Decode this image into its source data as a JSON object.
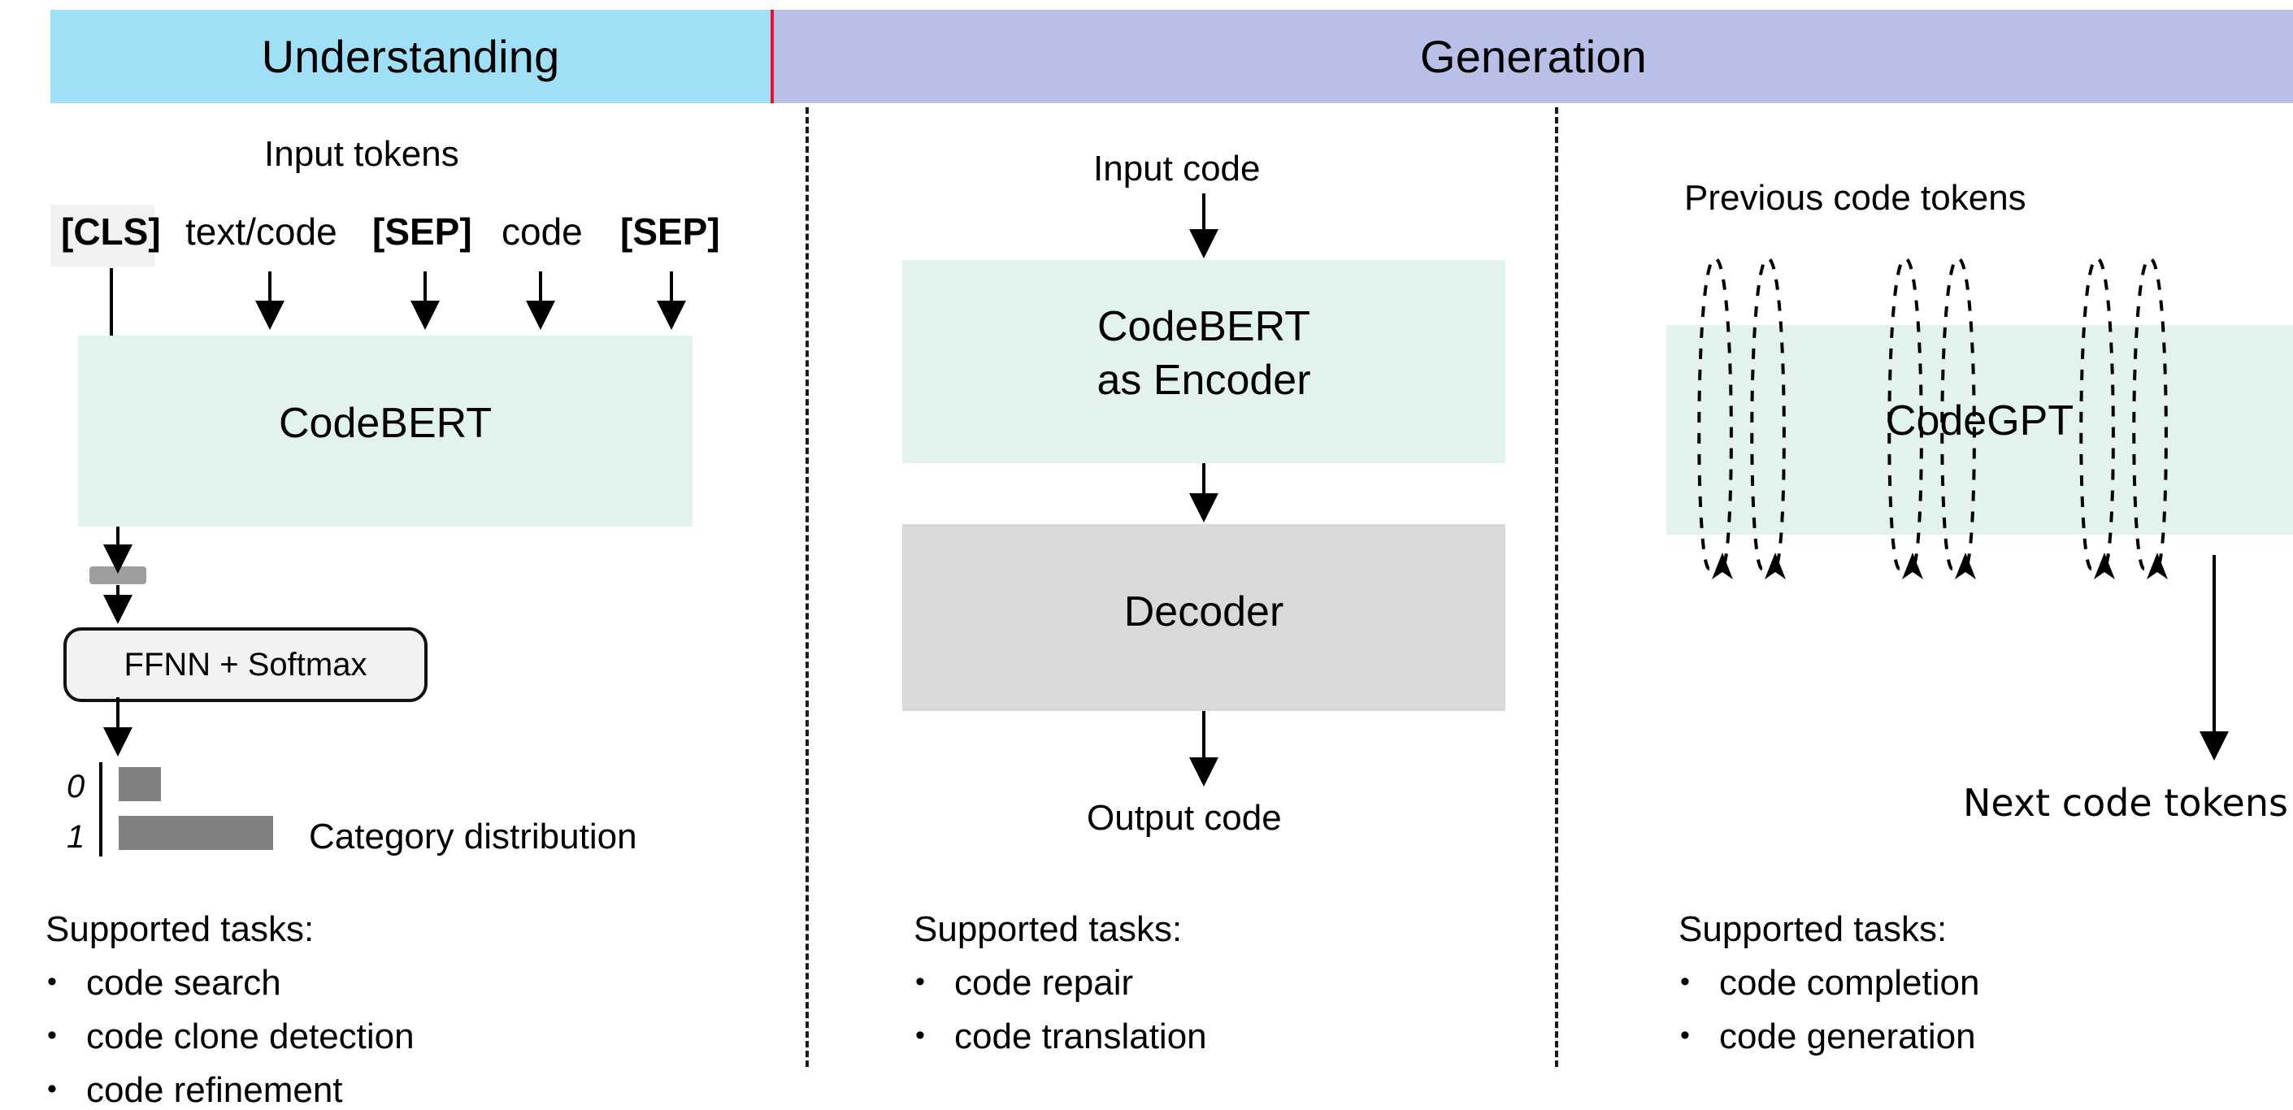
{
  "header": {
    "understanding_label": "Understanding",
    "generation_label": "Generation",
    "understanding_color": "#9fe0f6",
    "generation_color": "#b9c0e8",
    "divider_color": "#e8112d"
  },
  "colors": {
    "model_box": "#e2f3ec",
    "decoder_box": "#d9d9d9",
    "bar_grey": "#808080",
    "chip_grey": "#f1f1f1"
  },
  "understanding": {
    "input_tokens_label": "Input tokens",
    "tokens": [
      {
        "text": "[CLS]",
        "bold": true,
        "highlighted": true
      },
      {
        "text": "text/code",
        "bold": false,
        "highlighted": false
      },
      {
        "text": "[SEP]",
        "bold": true,
        "highlighted": false
      },
      {
        "text": "code",
        "bold": false,
        "highlighted": false
      },
      {
        "text": "[SEP]",
        "bold": true,
        "highlighted": false
      }
    ],
    "model_box_label": "CodeBERT",
    "head_box_label": "FFNN + Softmax",
    "distribution_caption": "Category distribution",
    "distribution": {
      "categories": [
        "0",
        "1"
      ],
      "values": [
        0.22,
        0.78
      ]
    },
    "tasks": {
      "title": "Supported tasks:",
      "items": [
        "code search",
        "code clone detection",
        "code refinement"
      ]
    }
  },
  "generation_encoder_decoder": {
    "input_label": "Input code",
    "encoder_box_label_line1": "CodeBERT",
    "encoder_box_label_line2": "as Encoder",
    "decoder_box_label": "Decoder",
    "output_label": "Output code",
    "tasks": {
      "title": "Supported tasks:",
      "items": [
        "code repair",
        "code translation"
      ]
    }
  },
  "generation_decoder_only": {
    "previous_tokens_label": "Previous code tokens",
    "model_box_label": "CodeGPT",
    "next_tokens_label": "Next code tokens",
    "loop_count": 6,
    "tasks": {
      "title": "Supported tasks:",
      "items": [
        "code completion",
        "code generation"
      ]
    }
  }
}
